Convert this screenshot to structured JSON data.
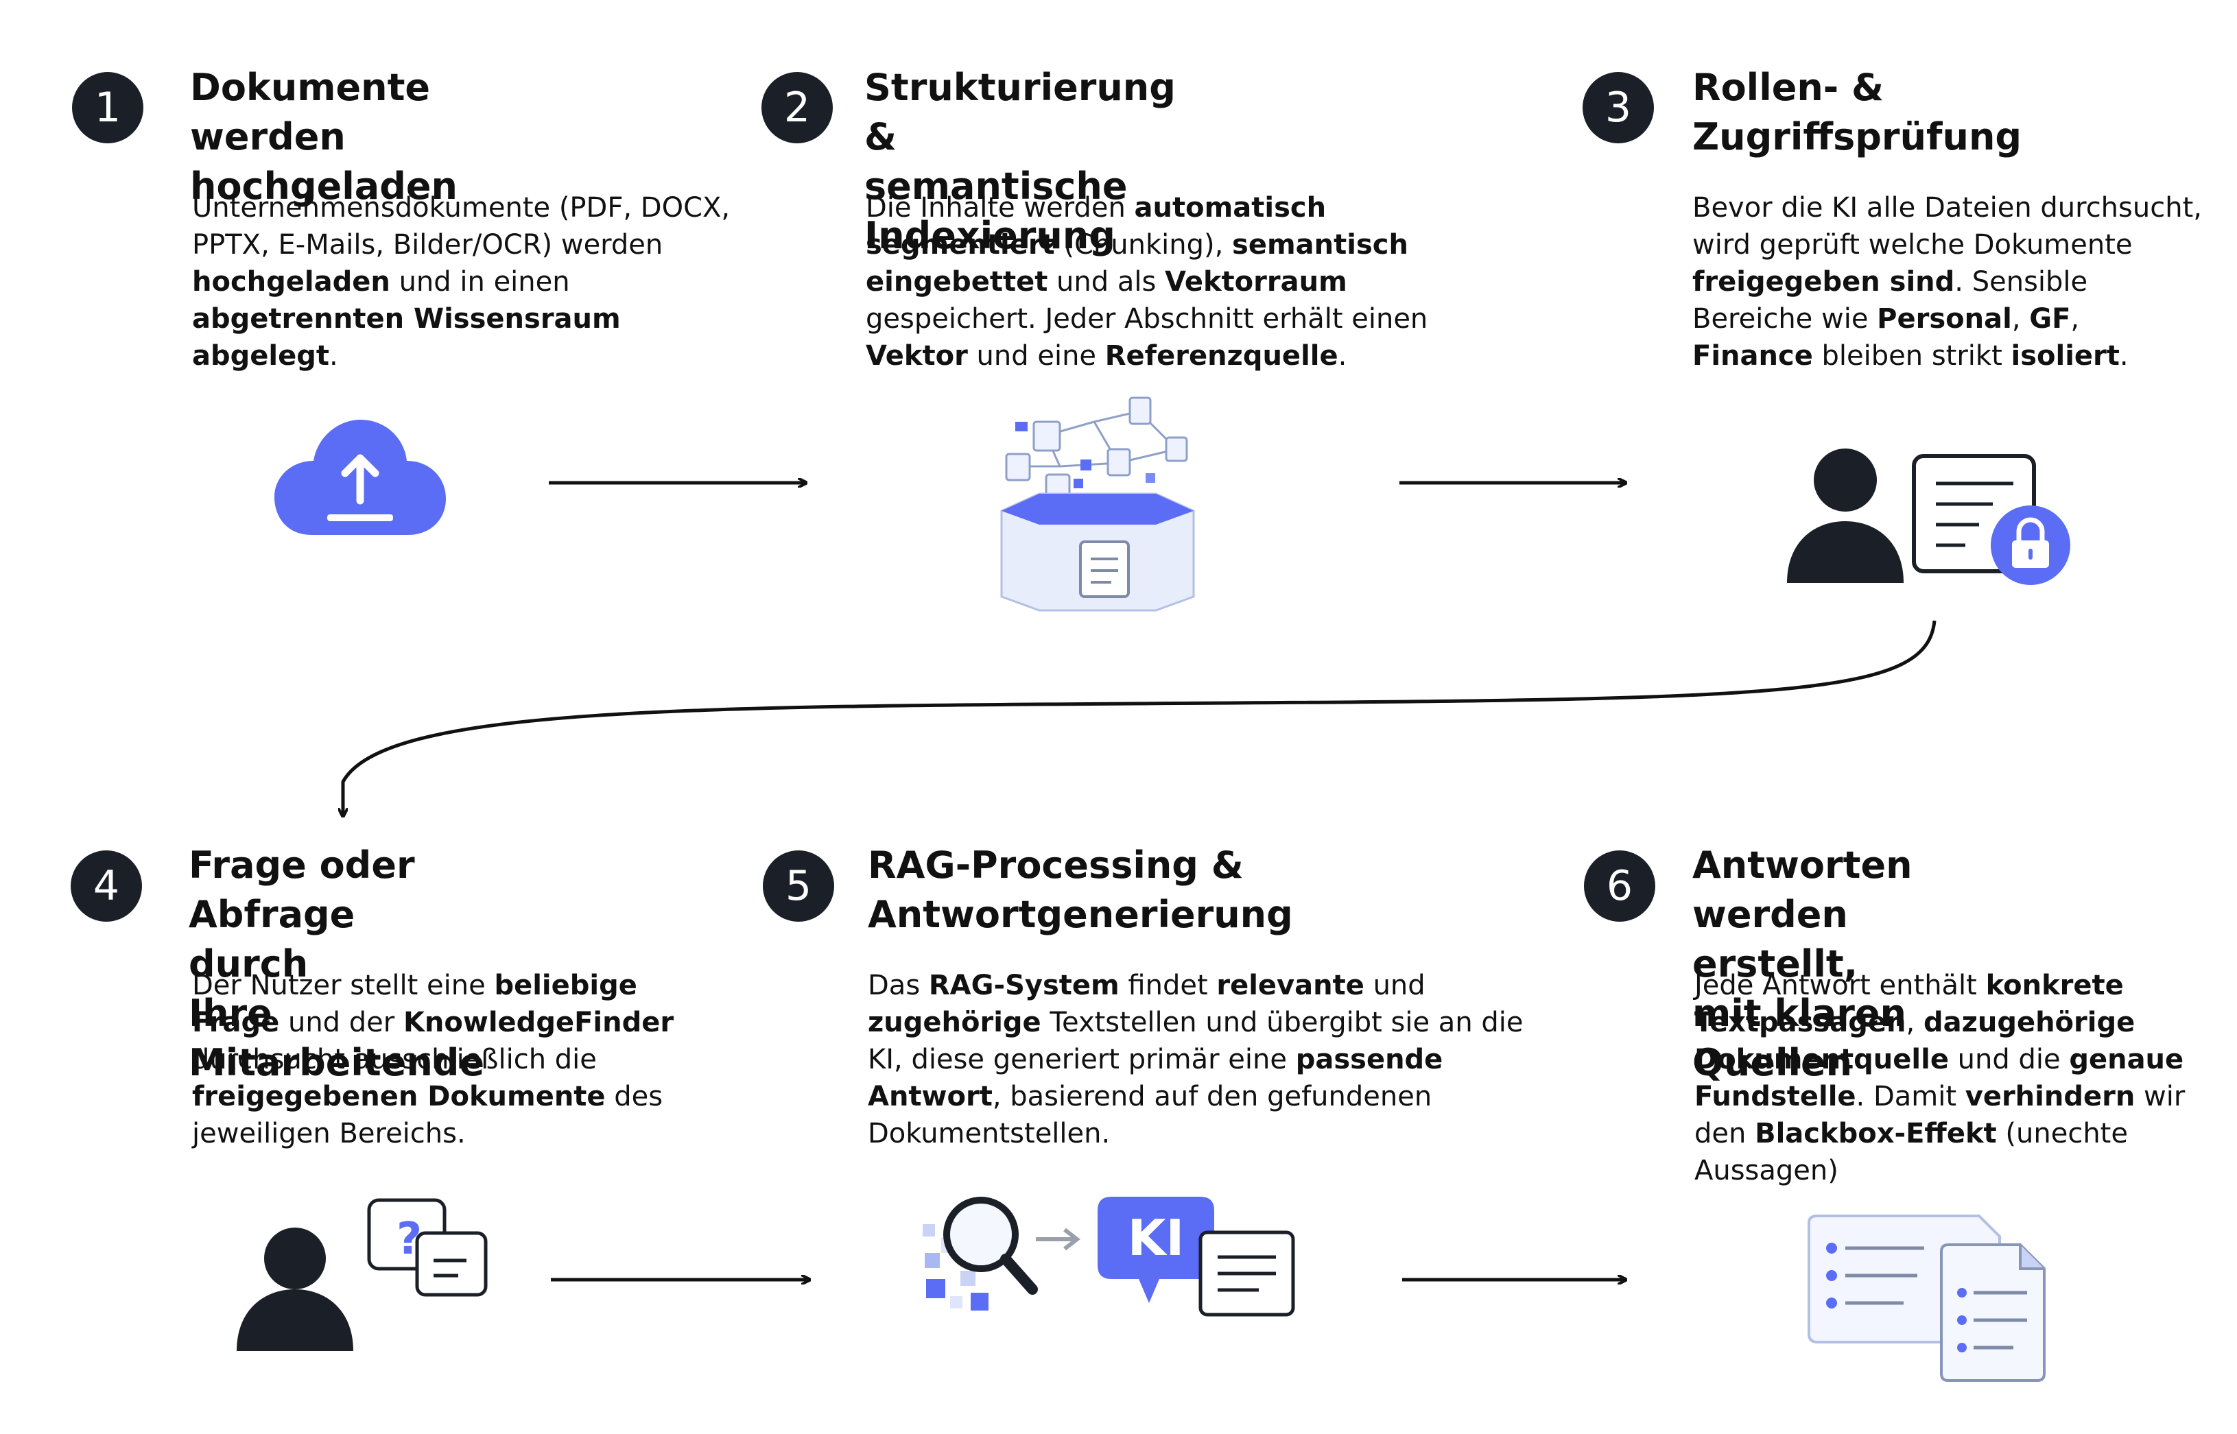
{
  "colors": {
    "accent": "#5b6cf5",
    "badge": "#1b1f27",
    "text": "#111111",
    "light_blue": "#dfe6fb"
  },
  "steps": [
    {
      "number": "1",
      "title_lines": [
        "Dokumente werden",
        "hochgeladen"
      ],
      "description": [
        {
          "t": "Unternehmensdokumente (PDF, DOCX, PPTX, E-Mails, Bilder/OCR) werden ",
          "b": false
        },
        {
          "t": "hochgeladen",
          "b": true
        },
        {
          "t": " und in einen ",
          "b": false
        },
        {
          "t": "abgetrennten Wissensraum abgelegt",
          "b": true
        },
        {
          "t": ".",
          "b": false
        }
      ],
      "icon": "cloud-upload-icon"
    },
    {
      "number": "2",
      "title_lines": [
        "Strukturierung &",
        "semantische Indexierung"
      ],
      "description": [
        {
          "t": "Die Inhalte werden ",
          "b": false
        },
        {
          "t": "automatisch segmentiert",
          "b": true
        },
        {
          "t": " (Chunking), ",
          "b": false
        },
        {
          "t": "semantisch eingebettet",
          "b": true
        },
        {
          "t": " und als ",
          "b": false
        },
        {
          "t": "Vektorraum",
          "b": true
        },
        {
          "t": " gespeichert. Jeder Abschnitt erhält einen ",
          "b": false
        },
        {
          "t": "Vektor",
          "b": true
        },
        {
          "t": " und eine ",
          "b": false
        },
        {
          "t": "Referenzquelle",
          "b": true
        },
        {
          "t": ".",
          "b": false
        }
      ],
      "icon": "vector-database-icon"
    },
    {
      "number": "3",
      "title_lines": [
        "Rollen- &",
        "Zugriffsprüfung"
      ],
      "description": [
        {
          "t": "Bevor die KI alle Dateien durchsucht, wird geprüft welche Dokumente ",
          "b": false
        },
        {
          "t": "freigegeben sind",
          "b": true
        },
        {
          "t": ". Sensible Bereiche wie ",
          "b": false
        },
        {
          "t": "Personal",
          "b": true
        },
        {
          "t": ", ",
          "b": false
        },
        {
          "t": "GF",
          "b": true
        },
        {
          "t": ", ",
          "b": false
        },
        {
          "t": "Finance",
          "b": true
        },
        {
          "t": " bleiben strikt ",
          "b": false
        },
        {
          "t": "isoliert",
          "b": true
        },
        {
          "t": ".",
          "b": false
        }
      ],
      "icon": "user-locked-document-icon"
    },
    {
      "number": "4",
      "title_lines": [
        "Frage oder Abfrage durch",
        "Ihre Mitarbeitende"
      ],
      "description": [
        {
          "t": "Der Nutzer stellt eine ",
          "b": false
        },
        {
          "t": "beliebige Frage",
          "b": true
        },
        {
          "t": " und der ",
          "b": false
        },
        {
          "t": "KnowledgeFinder",
          "b": true
        },
        {
          "t": " durchsucht ausschließlich die ",
          "b": false
        },
        {
          "t": "freigegebenen Dokumente",
          "b": true
        },
        {
          "t": " des jeweiligen Bereichs.",
          "b": false
        }
      ],
      "icon": "user-question-icon"
    },
    {
      "number": "5",
      "title_lines": [
        "RAG-Processing &",
        "Antwortgenerierung"
      ],
      "description": [
        {
          "t": "Das ",
          "b": false
        },
        {
          "t": "RAG-System",
          "b": true
        },
        {
          "t": " findet ",
          "b": false
        },
        {
          "t": "relevante",
          "b": true
        },
        {
          "t": " und ",
          "b": false
        },
        {
          "t": "zugehörige",
          "b": true
        },
        {
          "t": " Textstellen und übergibt sie an die KI, diese generiert primär eine ",
          "b": false
        },
        {
          "t": "passende Antwort",
          "b": true
        },
        {
          "t": ", basierend auf den gefundenen Dokumentstellen.",
          "b": false
        }
      ],
      "icon": "rag-search-ki-icon",
      "ki_label": "KI"
    },
    {
      "number": "6",
      "title_lines": [
        "Antworten werden erstellt,",
        "mit klaren Quellen"
      ],
      "description": [
        {
          "t": "Jede Antwort enthält ",
          "b": false
        },
        {
          "t": "konkrete Textpassagen",
          "b": true
        },
        {
          "t": ", ",
          "b": false
        },
        {
          "t": "dazugehörige Dokumentquelle",
          "b": true
        },
        {
          "t": " und die ",
          "b": false
        },
        {
          "t": "genaue Fundstelle",
          "b": true
        },
        {
          "t": ". Damit ",
          "b": false
        },
        {
          "t": "verhindern",
          "b": true
        },
        {
          "t": " wir den ",
          "b": false
        },
        {
          "t": "Blackbox-Effekt",
          "b": true
        },
        {
          "t": " (unechte Aussagen)",
          "b": false
        }
      ],
      "icon": "documents-with-sources-icon"
    }
  ]
}
